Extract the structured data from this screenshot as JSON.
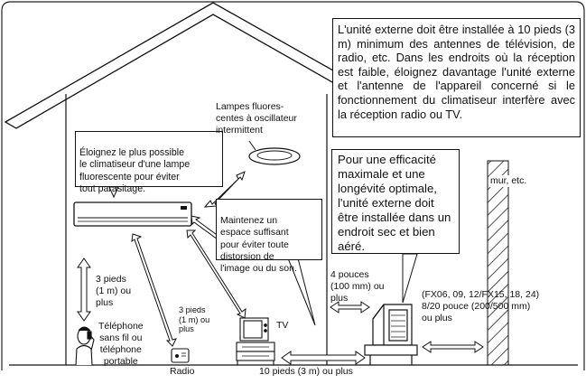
{
  "notes": {
    "top_right": "L'unité externe doit être installée à 10 pieds (3 m) minimum des antennes de télévision, de radio, etc. Dans les endroits où la réception est faible, éloignez davantage l'unité externe et l'antenne de l'appareil concerné si le fonctionnement du climatiseur interfère avec la réception radio ou TV.",
    "fluorescent": "Éloignez le plus possible\nle climatiseur d'une lampe\nfluorescente pour éviter\ntout parasitage.",
    "lamp": "Lampes fluores-\ncentes à oscillateur\nintermittent",
    "space": "Maintenez un\nespace suffisant\npour éviter toute\ndistorsion de\nl'image ou du son.",
    "outdoor": "Pour une efficacité\nmaximale et une\nlongévité optimale,\nl'unité externe doit\nêtre installée dans un\nendroit sec et bien\naéré."
  },
  "labels": {
    "wall": "mur, etc.",
    "three_feet": "3 pieds\n(1 m) ou\nplus",
    "phone": "Téléphone\nsans fil ou\ntéléphone\nportable",
    "radio_dist": "3 pieds\n(1 m) ou\nplus",
    "tv": "TV",
    "radio": "Radio",
    "ten_feet": "10 pieds (3 m) ou plus",
    "four_inches": "4 pouces\n(100 mm) ou\nplus",
    "models": "(FX06, 09, 12/FX15, 18, 24)\n8/20 pouce (200/500 mm)\nou plus"
  },
  "icons": {
    "indoor_unit": "indoor-unit-icon",
    "lamp": "ceiling-lamp-icon",
    "phone": "person-phone-icon",
    "radio": "radio-icon",
    "tv": "tv-icon",
    "outdoor_unit": "outdoor-unit-icon",
    "wall": "hatched-wall-icon"
  }
}
